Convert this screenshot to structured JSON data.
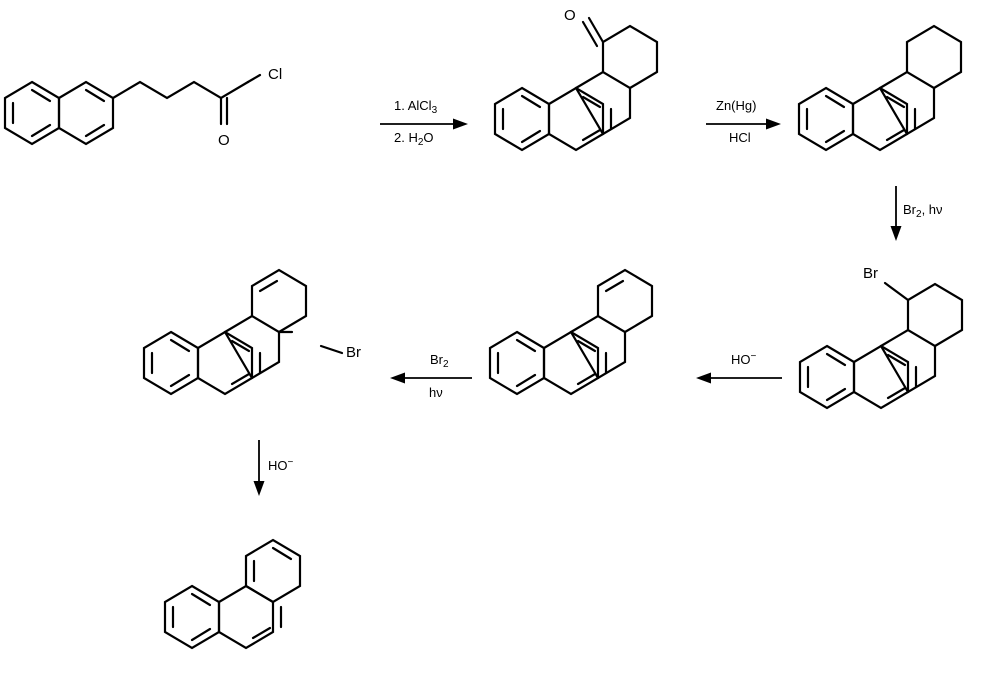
{
  "scheme": {
    "atoms": {
      "cl": "Cl",
      "o_acyl": "O",
      "o_ketone": "O",
      "br_1": "Br",
      "br_2": "Br"
    },
    "steps": {
      "s1": {
        "line1_prefix": "1. AlCl",
        "line1_sub": "3",
        "line2_prefix": "2. H",
        "line2_sub": "2",
        "line2_suffix": "O"
      },
      "s2": {
        "line1": "Zn(Hg)",
        "line2": "HCl"
      },
      "s3": {
        "prefix": "Br",
        "sub": "2",
        "suffix": ", hν"
      },
      "s4": {
        "main": "HO",
        "sup": "−"
      },
      "s5": {
        "line1_prefix": "Br",
        "line1_sub": "2",
        "line2": "hν"
      },
      "s6": {
        "main": "HO",
        "sup": "−"
      }
    }
  }
}
